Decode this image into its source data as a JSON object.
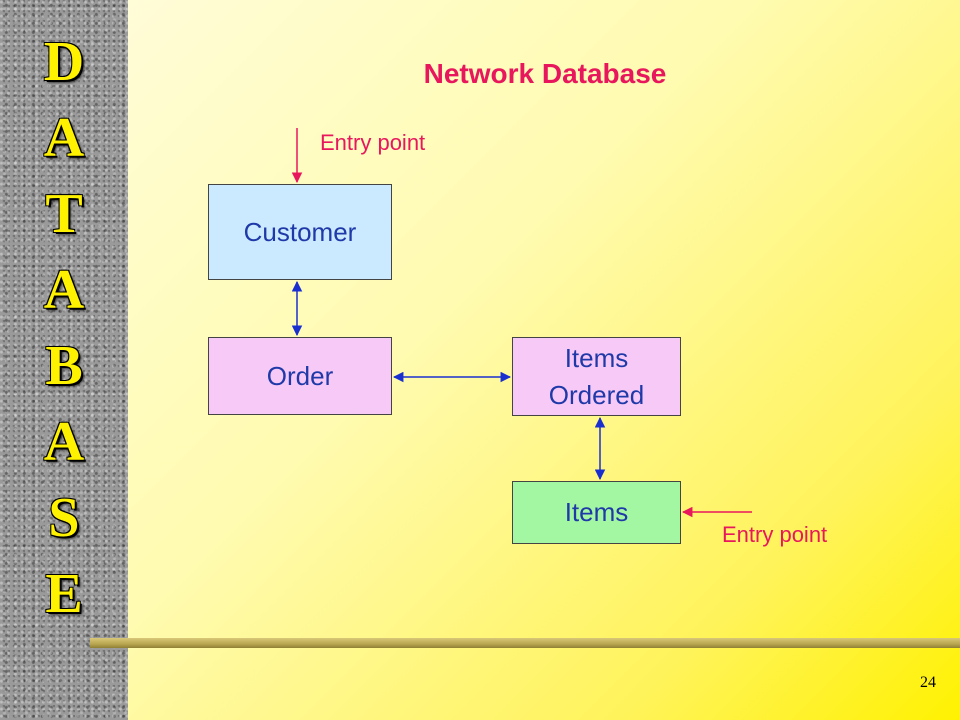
{
  "sidebar": {
    "letters": [
      "D",
      "A",
      "T",
      "A",
      "B",
      "A",
      "S",
      "E"
    ]
  },
  "title": "Network Database",
  "entry_points": {
    "top_label": "Entry point",
    "bottom_label": "Entry point"
  },
  "nodes": {
    "customer": "Customer",
    "order": "Order",
    "items_ordered": [
      "Items",
      "Ordered"
    ],
    "items": "Items"
  },
  "page_number": "24",
  "colors": {
    "title": "#e8175d",
    "entry_arrow": "#e8175d",
    "link_arrow": "#1a2fd0",
    "node_text": "#1f3aa8",
    "customer_fill": "#cbe9ff",
    "order_fill": "#f7c9f7",
    "items_ordered_fill": "#f7c9f7",
    "items_fill": "#a3f7a3"
  }
}
